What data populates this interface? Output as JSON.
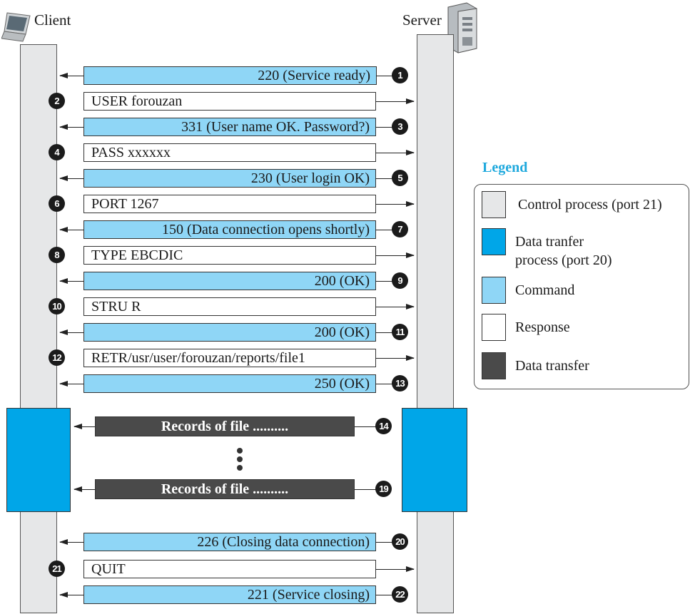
{
  "participants": {
    "client": "Client",
    "server": "Server"
  },
  "messages": [
    {
      "num": "1",
      "dir": "s2c",
      "kind": "cmd",
      "text": "220 (Service ready)"
    },
    {
      "num": "2",
      "dir": "c2s",
      "kind": "resp",
      "text": "USER forouzan"
    },
    {
      "num": "3",
      "dir": "s2c",
      "kind": "cmd",
      "text": "331 (User name OK. Password?)"
    },
    {
      "num": "4",
      "dir": "c2s",
      "kind": "resp",
      "text": "PASS xxxxxx"
    },
    {
      "num": "5",
      "dir": "s2c",
      "kind": "cmd",
      "text": "230 (User login OK)"
    },
    {
      "num": "6",
      "dir": "c2s",
      "kind": "resp",
      "text": "PORT 1267"
    },
    {
      "num": "7",
      "dir": "s2c",
      "kind": "cmd",
      "text": "150 (Data connection opens shortly)"
    },
    {
      "num": "8",
      "dir": "c2s",
      "kind": "resp",
      "text": "TYPE EBCDIC"
    },
    {
      "num": "9",
      "dir": "s2c",
      "kind": "cmd",
      "text": "200 (OK)"
    },
    {
      "num": "10",
      "dir": "c2s",
      "kind": "resp",
      "text": "STRU R"
    },
    {
      "num": "11",
      "dir": "s2c",
      "kind": "cmd",
      "text": "200 (OK)"
    },
    {
      "num": "12",
      "dir": "c2s",
      "kind": "resp",
      "text": "RETR/usr/user/forouzan/reports/file1"
    },
    {
      "num": "13",
      "dir": "s2c",
      "kind": "cmd",
      "text": "250 (OK)"
    },
    {
      "num": "14",
      "dir": "s2c",
      "kind": "data",
      "text": "Records of file .........."
    },
    {
      "num": "19",
      "dir": "s2c",
      "kind": "data",
      "text": "Records of file .........."
    },
    {
      "num": "20",
      "dir": "s2c",
      "kind": "cmd",
      "text": "226 (Closing data connection)"
    },
    {
      "num": "21",
      "dir": "c2s",
      "kind": "resp",
      "text": "QUIT"
    },
    {
      "num": "22",
      "dir": "s2c",
      "kind": "cmd",
      "text": "221 (Service closing)"
    }
  ],
  "legend": {
    "title": "Legend",
    "items": [
      {
        "label_lines": [
          "Control process (port 21)"
        ],
        "color": "#e6e7e8"
      },
      {
        "label_lines": [
          "Data tranfer",
          "process (port 20)"
        ],
        "color": "#00a6e8"
      },
      {
        "label_lines": [
          "Command"
        ],
        "color": "#8fd6f6"
      },
      {
        "label_lines": [
          "Response"
        ],
        "color": "#ffffff"
      },
      {
        "label_lines": [
          "Data transfer"
        ],
        "color": "#4a4a4a"
      }
    ]
  }
}
